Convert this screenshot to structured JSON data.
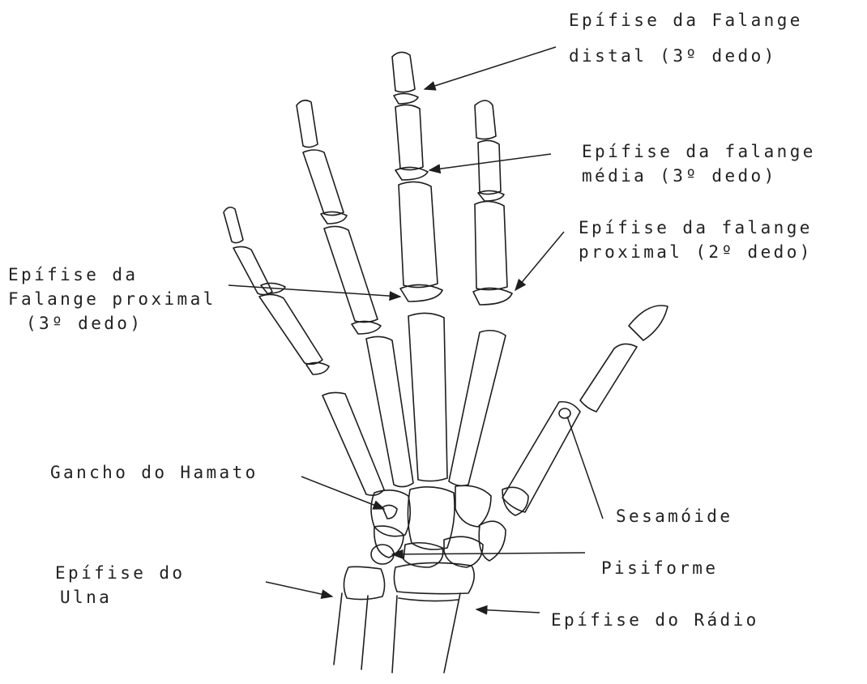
{
  "labels": {
    "distal": [
      "Epífise da Falange",
      "distal (3º dedo)"
    ],
    "media": [
      "Epífise da falange",
      "média (3º dedo)"
    ],
    "proximal2": [
      "Epífise da falange",
      "proximal (2º dedo)"
    ],
    "proximal3": [
      "Epífise da",
      "Falange proximal",
      "(3º dedo)"
    ],
    "hamato": "Gancho do Hamato",
    "sesamoide": "Sesamóide",
    "pisiforme": "Pisiforme",
    "ulna": [
      "Epífise do",
      "Ulna"
    ],
    "radio": "Epífise do Rádio"
  },
  "colors": {
    "ink": "#1e1e1e",
    "background": "#ffffff"
  }
}
